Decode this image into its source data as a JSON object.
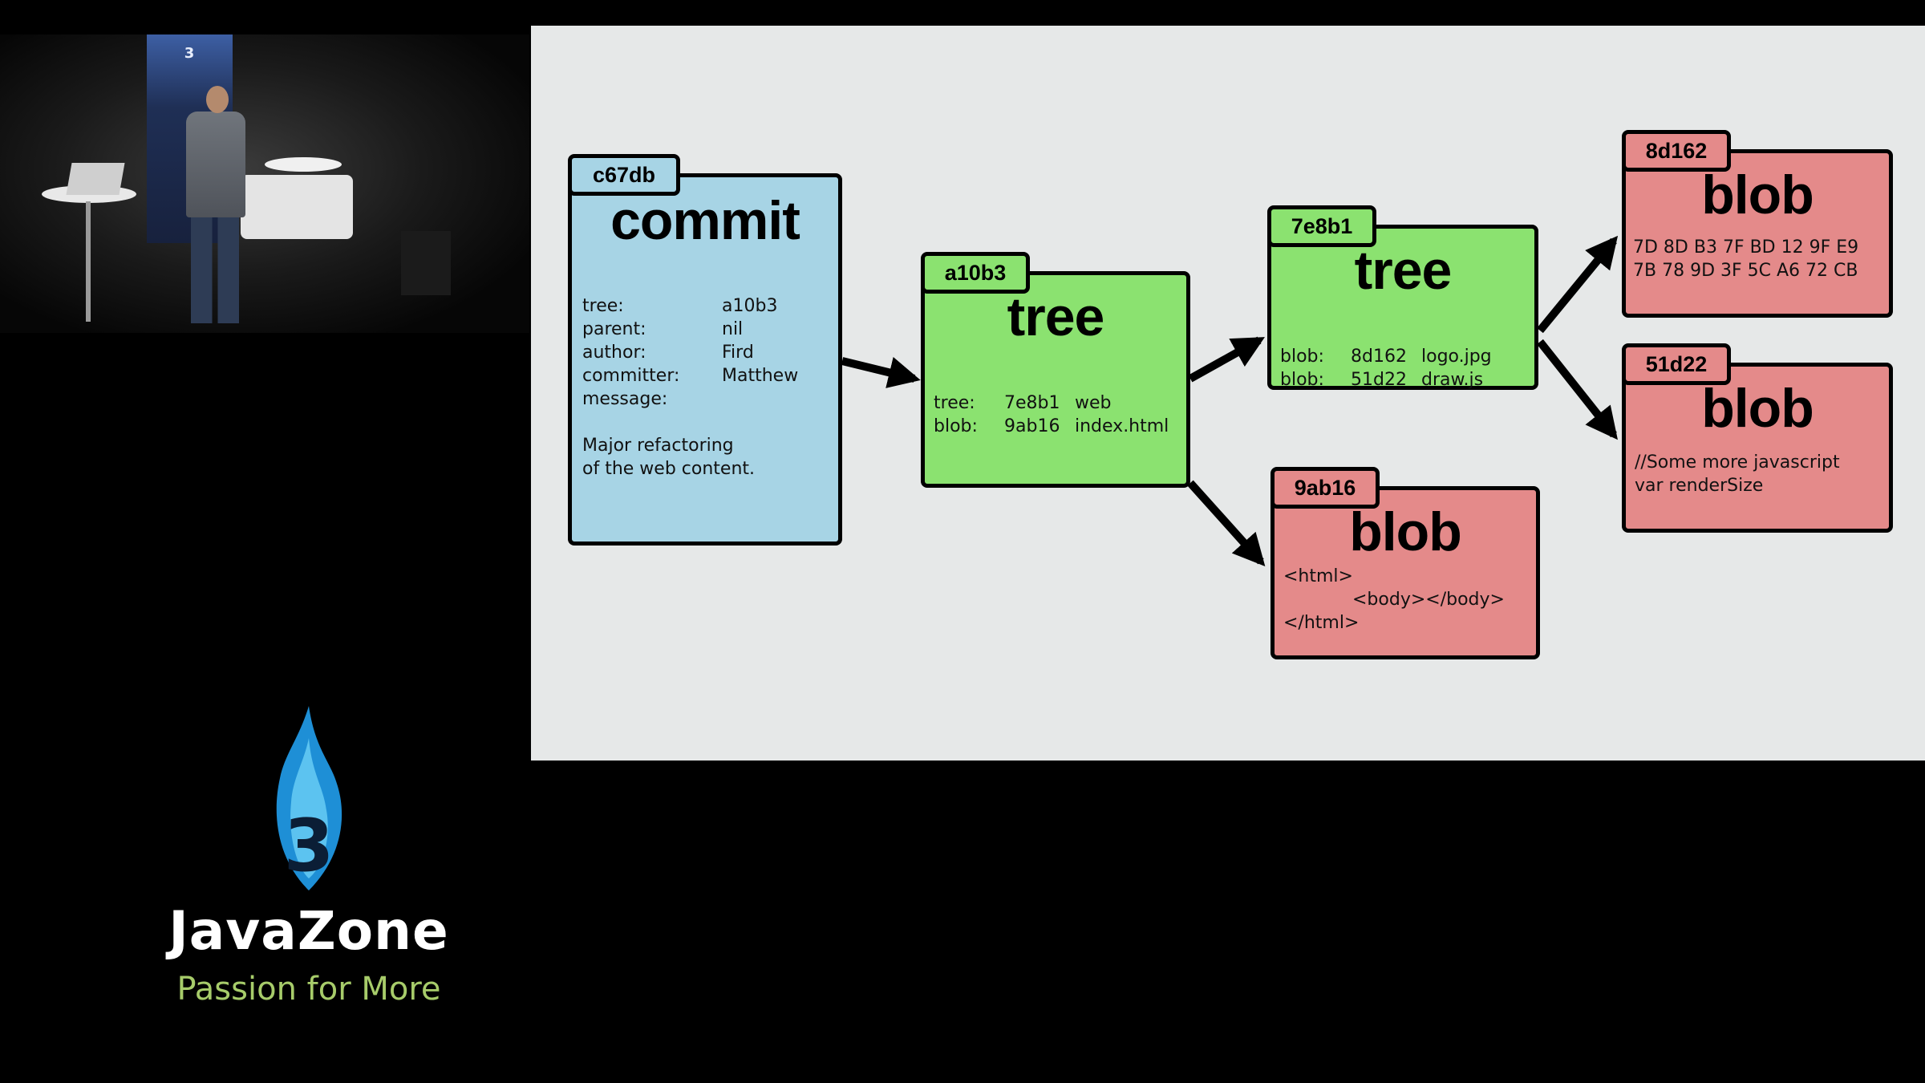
{
  "camera": {
    "banner_label": "3"
  },
  "logo": {
    "badge_number": "3",
    "title": "JavaZone",
    "subtitle": "Passion for More"
  },
  "nodes": {
    "commit": {
      "id": "c67db",
      "type": "commit",
      "fields": [
        {
          "key": "tree:",
          "value": "a10b3"
        },
        {
          "key": "parent:",
          "value": "nil"
        },
        {
          "key": "author:",
          "value": "Fird"
        },
        {
          "key": "committer:",
          "value": "Matthew"
        },
        {
          "key": "message:",
          "value": ""
        }
      ],
      "message_lines": [
        "Major refactoring",
        "of the web content."
      ]
    },
    "tree_root": {
      "id": "a10b3",
      "type": "tree",
      "entries": [
        {
          "kind": "tree:",
          "hash": "7e8b1",
          "name": "web"
        },
        {
          "kind": "blob:",
          "hash": "9ab16",
          "name": "index.html"
        }
      ]
    },
    "tree_web": {
      "id": "7e8b1",
      "type": "tree",
      "entries": [
        {
          "kind": "blob:",
          "hash": "8d162",
          "name": "logo.jpg"
        },
        {
          "kind": "blob:",
          "hash": "51d22",
          "name": "draw.js"
        }
      ]
    },
    "blob_index": {
      "id": "9ab16",
      "type": "blob",
      "lines": [
        "<html>",
        "<body></body>",
        "</html>"
      ]
    },
    "blob_logo": {
      "id": "8d162",
      "type": "blob",
      "lines": [
        "7D 8D B3 7F BD 12 9F E9",
        "7B 78 9D 3F 5C A6 72 CB"
      ]
    },
    "blob_draw": {
      "id": "51d22",
      "type": "blob",
      "lines": [
        "//Some more javascript",
        "var renderSize"
      ]
    }
  },
  "colors": {
    "commit": "#a7d4e5",
    "tree": "#8be270",
    "blob": "#e48a8a",
    "slide_background": "#e6e8e8",
    "logo_flame": "#2aa8e0",
    "logo_subtitle": "#a7cc6a"
  }
}
